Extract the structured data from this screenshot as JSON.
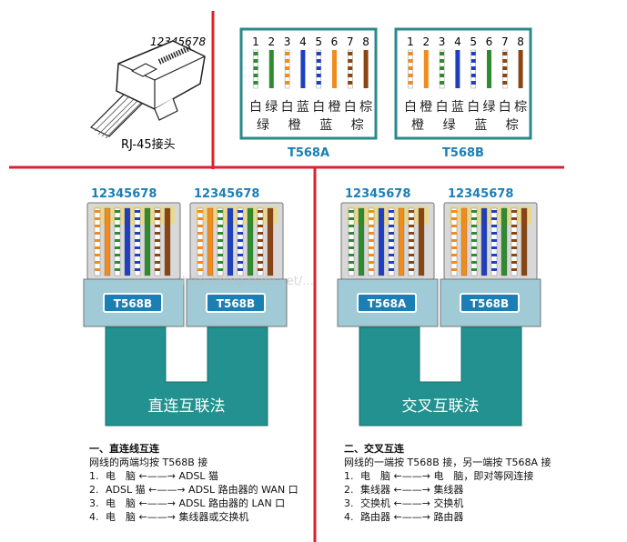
{
  "connector": {
    "pin_label": "12345678",
    "caption": "RJ-45接头"
  },
  "standards": [
    {
      "name": "T568A",
      "pins": [
        "1",
        "2",
        "3",
        "4",
        "5",
        "6",
        "7",
        "8"
      ],
      "row1": [
        "白",
        "绿",
        "白",
        "蓝",
        "白",
        "橙",
        "白",
        "棕"
      ],
      "row2": [
        "绿",
        "",
        "橙",
        "",
        "蓝",
        "",
        "棕",
        ""
      ],
      "colors": [
        {
          "base": "#2e8b2e",
          "stripe": true
        },
        {
          "base": "#2e8b2e",
          "stripe": false
        },
        {
          "base": "#f08c1e",
          "stripe": true
        },
        {
          "base": "#1f3fbf",
          "stripe": false
        },
        {
          "base": "#1f3fbf",
          "stripe": true
        },
        {
          "base": "#f08c1e",
          "stripe": false
        },
        {
          "base": "#8b4513",
          "stripe": true
        },
        {
          "base": "#8b4513",
          "stripe": false
        }
      ]
    },
    {
      "name": "T568B",
      "pins": [
        "1",
        "2",
        "3",
        "4",
        "5",
        "6",
        "7",
        "8"
      ],
      "row1": [
        "白",
        "橙",
        "白",
        "蓝",
        "白",
        "绿",
        "白",
        "棕"
      ],
      "row2": [
        "橙",
        "",
        "绿",
        "",
        "蓝",
        "",
        "棕",
        ""
      ],
      "colors": [
        {
          "base": "#f08c1e",
          "stripe": true
        },
        {
          "base": "#f08c1e",
          "stripe": false
        },
        {
          "base": "#2e8b2e",
          "stripe": true
        },
        {
          "base": "#1f3fbf",
          "stripe": false
        },
        {
          "base": "#1f3fbf",
          "stripe": true
        },
        {
          "base": "#2e8b2e",
          "stripe": false
        },
        {
          "base": "#8b4513",
          "stripe": true
        },
        {
          "base": "#8b4513",
          "stripe": false
        }
      ]
    }
  ],
  "panels": [
    {
      "id": "straight",
      "plugs": [
        {
          "pins": "12345678",
          "label": "T568B",
          "std": 1
        },
        {
          "pins": "12345678",
          "label": "T568B",
          "std": 1
        }
      ],
      "cable_label": "直连互联法"
    },
    {
      "id": "cross",
      "plugs": [
        {
          "pins": "12345678",
          "label": "T568A",
          "std": 0
        },
        {
          "pins": "12345678",
          "label": "T568B",
          "std": 1
        }
      ],
      "cable_label": "交叉互联法"
    }
  ],
  "watermark": "http://blog.csdn.net/...",
  "notes_left": {
    "title": "一、直连线互连",
    "desc": "网线的两端均按 T568B 接",
    "items": [
      {
        "n": "1.",
        "a": "电　脑",
        "b": "ADSL 猫"
      },
      {
        "n": "2.",
        "a": "ADSL 猫",
        "b": "ADSL 路由器的 WAN 口"
      },
      {
        "n": "3.",
        "a": "电　脑",
        "b": "ADSL 路由器的 LAN 口"
      },
      {
        "n": "4.",
        "a": "电　脑",
        "b": "集线器或交换机"
      }
    ]
  },
  "notes_right": {
    "title": "二、交叉互连",
    "desc": "网线的一端按 T568B 接，另一端按 T568A 接",
    "items": [
      {
        "n": "1.",
        "a": "电　脑",
        "b": "电　脑，即对等网连接"
      },
      {
        "n": "2.",
        "a": "集线器",
        "b": "集线器"
      },
      {
        "n": "3.",
        "a": "交换机",
        "b": "交换机"
      },
      {
        "n": "4.",
        "a": "路由器",
        "b": "路由器"
      }
    ]
  },
  "colors": {
    "red_line": "#d9232f",
    "box_border": "#2a8a8a",
    "cable": "#23918f",
    "plug_body": "#9fcad6",
    "title_blue": "#1a7fb5"
  }
}
